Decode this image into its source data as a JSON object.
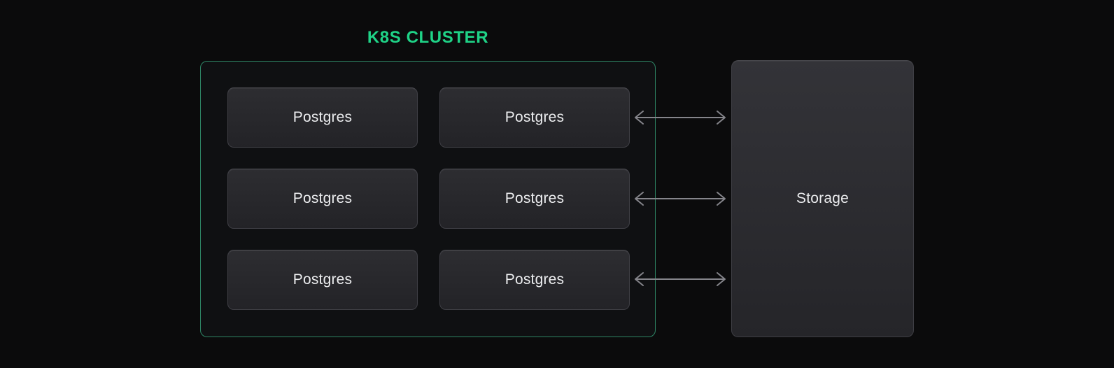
{
  "diagram": {
    "title": "K8S CLUSTER",
    "cluster": {
      "nodes": [
        {
          "label": "Postgres"
        },
        {
          "label": "Postgres"
        },
        {
          "label": "Postgres"
        },
        {
          "label": "Postgres"
        },
        {
          "label": "Postgres"
        },
        {
          "label": "Postgres"
        }
      ]
    },
    "storage": {
      "label": "Storage"
    },
    "arrows": {
      "count": 3,
      "type": "bidirectional"
    },
    "colors": {
      "background": "#0b0b0c",
      "accent_green": "#1fd387",
      "cluster_border": "#2e8565",
      "node_fill_top": "#2d2d31",
      "node_fill_bottom": "#232327",
      "node_border": "#3f3f45",
      "arrow": "#85858b",
      "text": "#ecedef"
    }
  }
}
